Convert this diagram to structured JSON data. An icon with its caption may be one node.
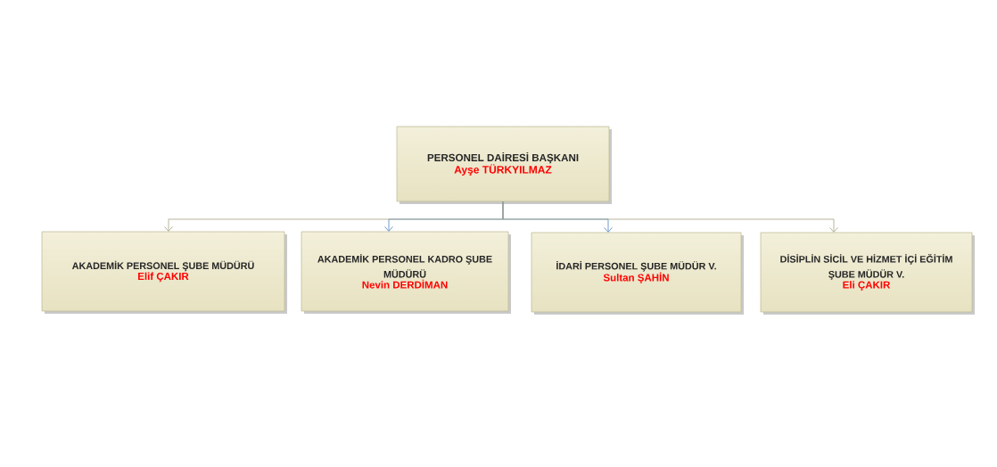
{
  "diagram": {
    "nodes": [
      {
        "text": [
          "PERSONEL DAİRESİ BAŞKANI",
          "Ayşe TÜRKYILMAZ"
        ]
      },
      {
        "text": [
          "AKADEMİK PERSONEL ŞUBE MÜDÜRÜ",
          "Elif ÇAKIR"
        ]
      },
      {
        "text": [
          "AKADEMİK PERSONEL KADRO ŞUBE MÜDÜRÜ",
          "Nevin DERDİMAN"
        ]
      },
      {
        "text": [
          "İDARİ PERSONEL ŞUBE MÜDÜR V.",
          "Sultan ŞAHİN"
        ]
      },
      {
        "text": [
          "DİSİPLİN SİCİL VE HİZMET İÇİ EĞİTİM ŞUBE MÜDÜR V.",
          "Eli ÇAKIR"
        ]
      }
    ],
    "edges": [
      {
        "from": 0,
        "to": 1,
        "arrow": "to"
      },
      {
        "from": 0,
        "to": 2,
        "arrow": "to",
        "color": "#4f81bd"
      },
      {
        "from": 0,
        "to": 3,
        "arrow": "to",
        "color": "#4f81bd"
      },
      {
        "from": 0,
        "to": 4,
        "arrow": "to"
      }
    ]
  }
}
